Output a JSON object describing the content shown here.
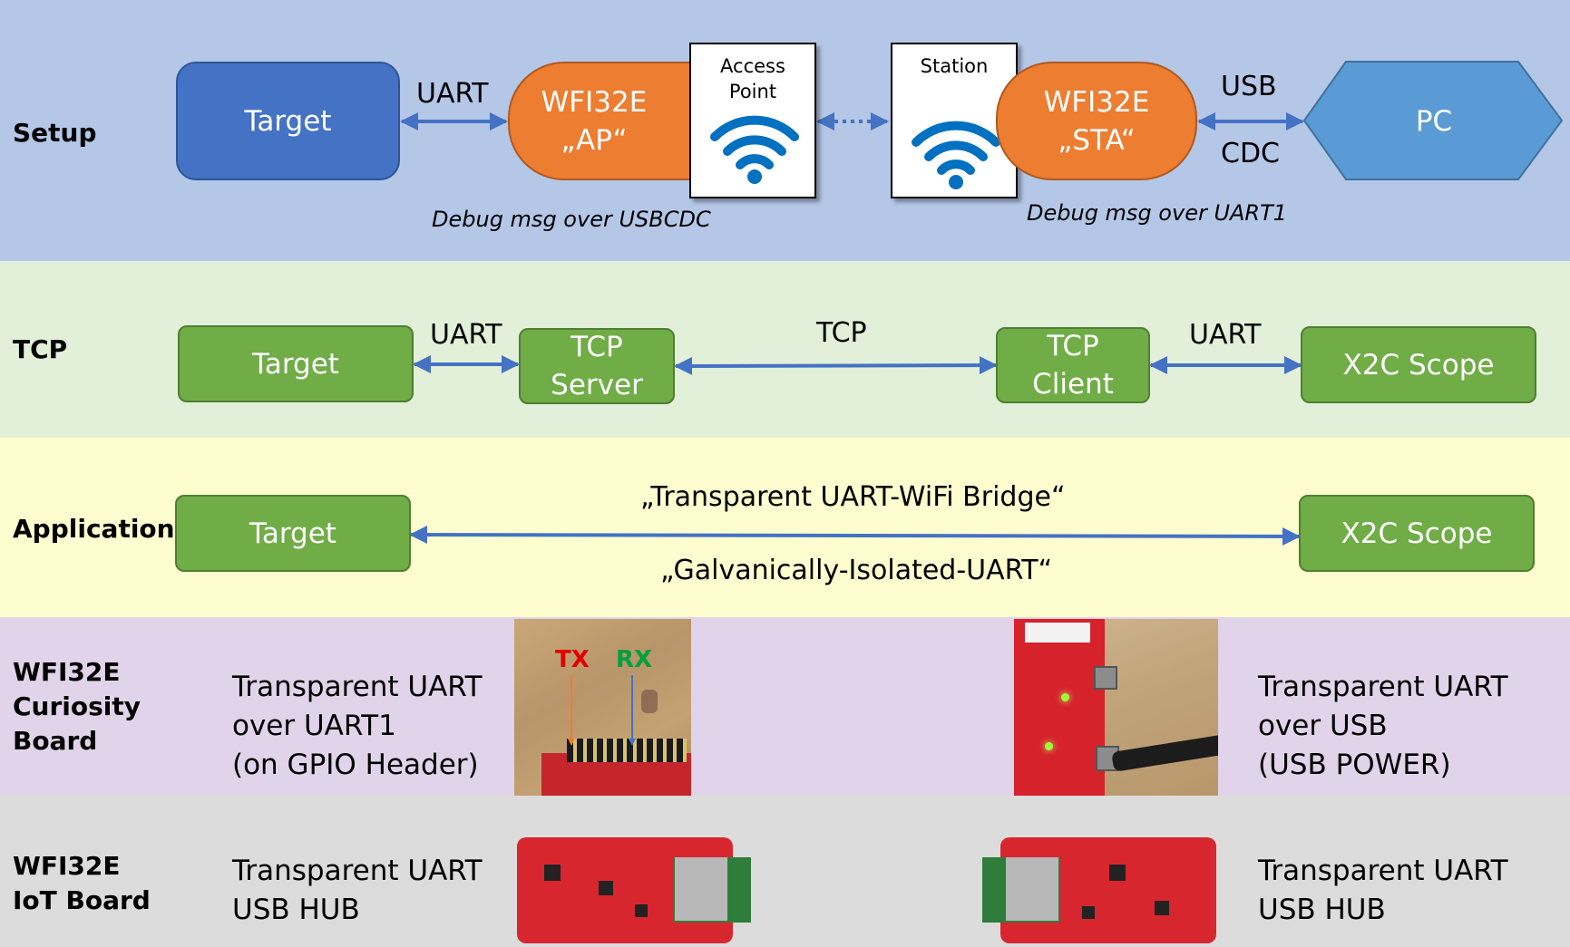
{
  "sections": {
    "setup": "Setup",
    "tcp": "TCP",
    "applications": "Applications",
    "curiosity": [
      "WFI32E",
      "Curiosity",
      "Board"
    ],
    "iot": [
      "WFI32E",
      "IoT Board"
    ]
  },
  "setup": {
    "target": "Target",
    "uart": "UART",
    "ap_line1": "WFI32E",
    "ap_line2": "„AP“",
    "ap_box_line1": "Access",
    "ap_box_line2": "Point",
    "sta_box": "Station",
    "sta_line1": "WFI32E",
    "sta_line2": "„STA“",
    "usb": "USB",
    "cdc": "CDC",
    "pc": "PC",
    "debug_ap": "Debug msg over USBCDC",
    "debug_sta": "Debug msg over UART1"
  },
  "tcp": {
    "target": "Target",
    "uart_left": "UART",
    "server_line1": "TCP",
    "server_line2": "Server",
    "tcp": "TCP",
    "client_line1": "TCP",
    "client_line2": "Client",
    "uart_right": "UART",
    "scope": "X2C Scope"
  },
  "applications": {
    "target": "Target",
    "bridge": "„Transparent UART-WiFi Bridge“",
    "isolated": "„Galvanically-Isolated-UART“",
    "scope": "X2C Scope"
  },
  "curiosity": {
    "left_lines": [
      "Transparent UART",
      "over UART1",
      "(on GPIO Header)"
    ],
    "tx": "TX",
    "rx": "RX",
    "right_lines": [
      "Transparent UART",
      "over USB",
      "(USB POWER)"
    ]
  },
  "iot": {
    "left_lines": [
      "Transparent UART",
      "USB HUB"
    ],
    "right_lines": [
      "Transparent UART",
      "USB HUB"
    ]
  },
  "colors": {
    "setup_bg": "#b4c7e7",
    "tcp_bg": "#e2f0d9",
    "apps_bg": "#fdfdcf",
    "curiosity_bg": "#e1d4ea",
    "iot_bg": "#dcdcdc",
    "target_blue": "#4472c4",
    "wfi_orange": "#ed7d31",
    "pc_blue": "#5b9bd5",
    "green": "#70ad47",
    "arrow": "#4472c4",
    "wifi": "#0070c0"
  }
}
